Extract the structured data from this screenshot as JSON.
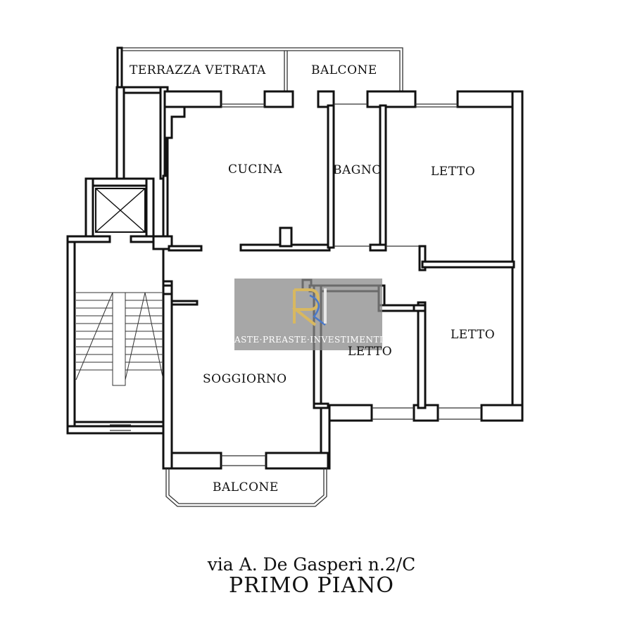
{
  "rooms": {
    "terrazza": "TERRAZZA VETRATA",
    "balcone_top": "BALCONE",
    "cucina": "CUCINA",
    "bagno": "BAGNO",
    "letto_1": "LETTO",
    "letto_2": "LETTO",
    "letto_3": "LETTO",
    "soggiorno": "SOGGIORNO",
    "balcone_bottom": "BALCONE"
  },
  "watermark": {
    "text": "ASTE·PREASTE·INVESTIMENTI",
    "logo": "ri-monogram-logo"
  },
  "caption": {
    "address": "via A. De Gasperi n.2/C",
    "floor": "PRIMO PIANO"
  },
  "colors": {
    "wall": "#111111",
    "watermark_bg": "#8a8a8a",
    "logo_gold": "#d8b860",
    "logo_blue": "#4a78c8"
  }
}
